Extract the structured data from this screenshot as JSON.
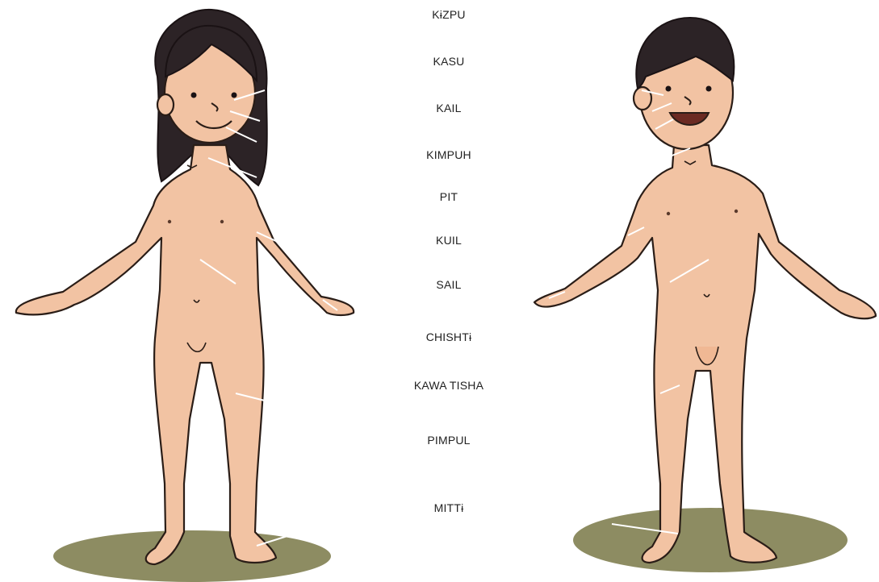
{
  "labels": [
    {
      "id": "kizpu",
      "text": "KɨZPU"
    },
    {
      "id": "kasu",
      "text": "KASU"
    },
    {
      "id": "kail",
      "text": "KAIL"
    },
    {
      "id": "kimpuh",
      "text": "KIMPUH"
    },
    {
      "id": "pit",
      "text": "PIT"
    },
    {
      "id": "kuil",
      "text": "KUIL"
    },
    {
      "id": "sail",
      "text": "SAIL"
    },
    {
      "id": "chishti",
      "text": "CHISHTɨ"
    },
    {
      "id": "kawa_tisha",
      "text": "KAWA TISHA"
    },
    {
      "id": "pimpul",
      "text": "PIMPUL"
    },
    {
      "id": "mitti",
      "text": "MITTɨ"
    }
  ],
  "colors": {
    "skin": "#f2c3a3",
    "outline": "#2a1d17",
    "hair": "#2c2326",
    "ground": "#8d8c62",
    "leader_lines": "#ffffff"
  }
}
